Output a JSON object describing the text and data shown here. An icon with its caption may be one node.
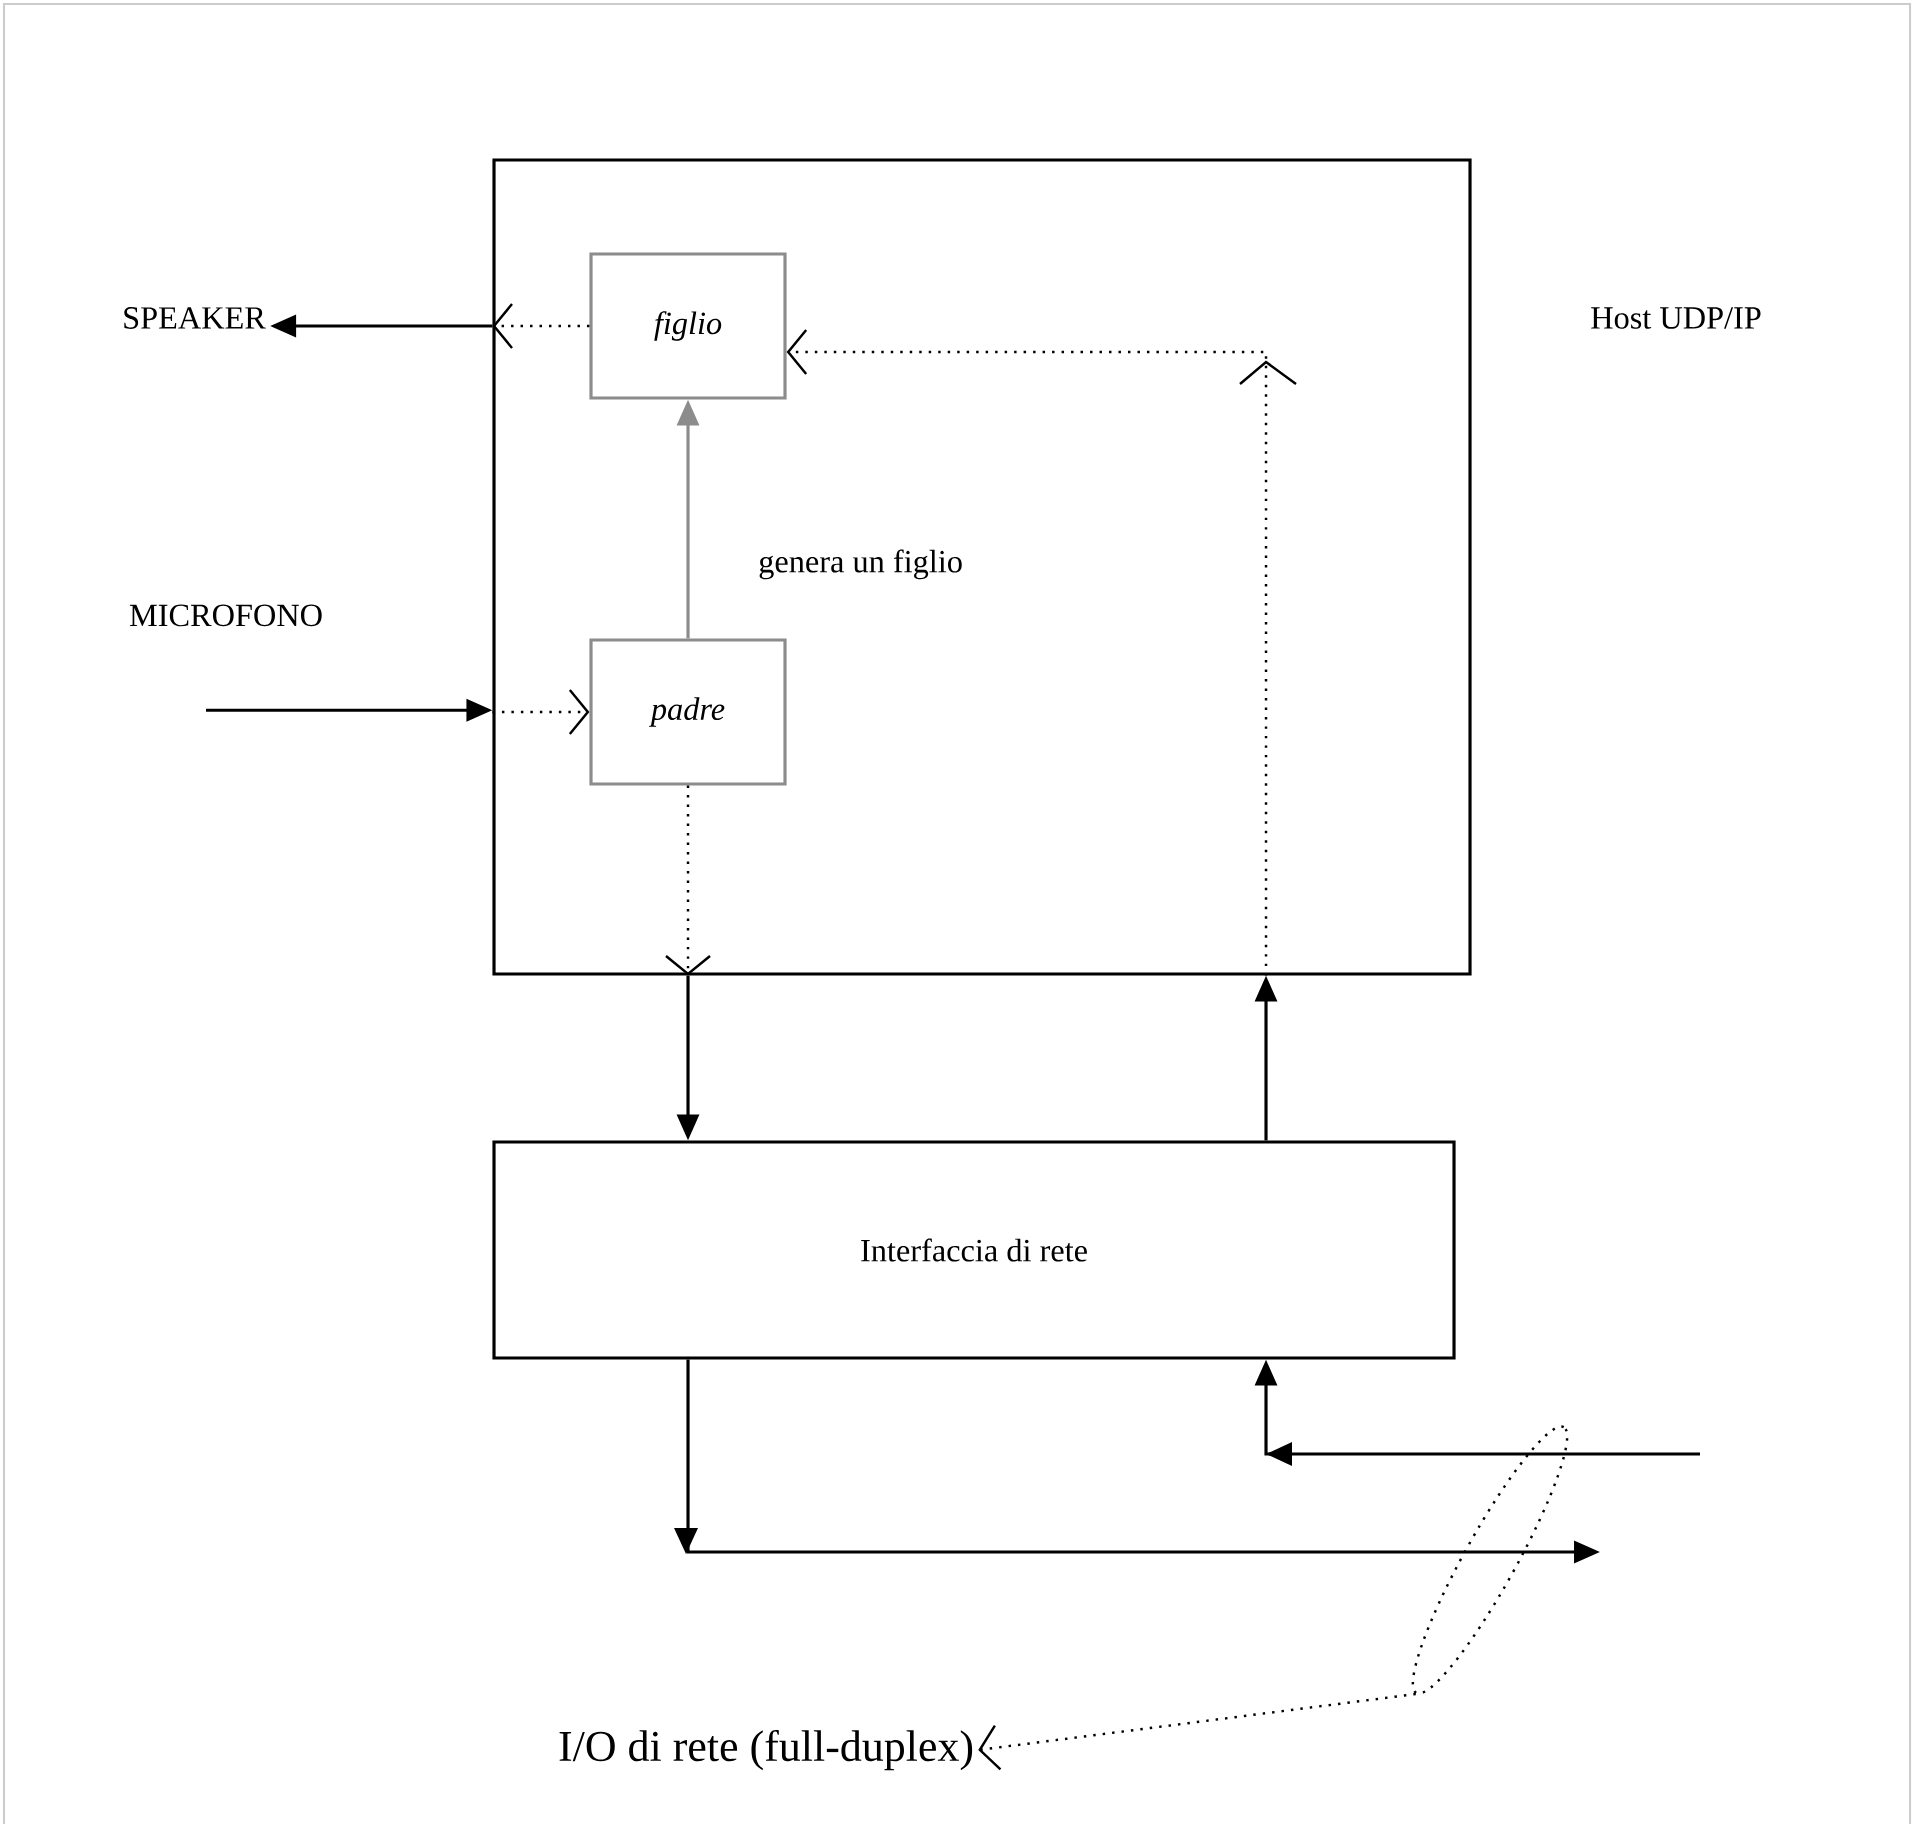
{
  "diagram": {
    "nodes": [
      {
        "text": [
          "Host UDP/IP"
        ]
      },
      {
        "text": [
          "figlio"
        ],
        "in": 0
      },
      {
        "text": [
          "padre"
        ],
        "in": 0
      },
      {
        "text": [
          "Interfaccia di rete"
        ]
      },
      {
        "text": [
          "SPEAKER"
        ]
      },
      {
        "text": [
          "MICROFONO"
        ]
      },
      {
        "text": [],
        "shape": "ellipse"
      },
      {
        "text": [
          "I/O di rete (full-duplex)"
        ]
      }
    ],
    "edges": [
      {
        "from": 1,
        "to": 0,
        "arrow": "to",
        "style": "dashed"
      },
      {
        "from": 0,
        "to": 4,
        "arrow": "to"
      },
      {
        "from": 5,
        "to": 0,
        "arrow": "to"
      },
      {
        "from": 0,
        "to": 2,
        "arrow": "to",
        "style": "dashed"
      },
      {
        "from": 2,
        "to": 1,
        "arrow": "to",
        "label": "genera un figlio",
        "color": "#8c8c8c"
      },
      {
        "from": 2,
        "to": 0,
        "arrow": "to",
        "style": "dashed"
      },
      {
        "from": 0,
        "to": 3,
        "arrow": "to"
      },
      {
        "from": 3,
        "to": 0,
        "arrow": "to"
      },
      {
        "from": 0,
        "to": 1,
        "arrow": "to",
        "style": "dashed"
      },
      {
        "from": 3,
        "to": null,
        "arrow": "to"
      },
      {
        "from": null,
        "to": 3,
        "arrow": "to"
      },
      {
        "from": 6,
        "to": 7,
        "arrow": "to",
        "style": "dashed"
      }
    ]
  }
}
